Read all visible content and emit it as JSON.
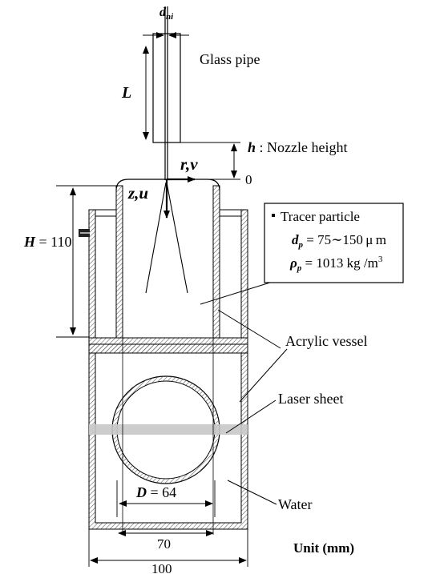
{
  "labels": {
    "nozzle_diameter": {
      "main": "d",
      "sub": "ni"
    },
    "glass_pipe": "Glass pipe",
    "pipe_length": "L",
    "nozzle_height_symbol": "h",
    "nozzle_height_text": " : Nozzle height",
    "radial_axis": "r,v",
    "axial_axis": "z,u",
    "origin": "0",
    "height_symbol": "H",
    "height_value": " = 110",
    "diameter_symbol": "D",
    "diameter_value": " = 64",
    "inner_width": "70",
    "outer_width": "100",
    "unit": "Unit (mm)",
    "acrylic_vessel": "Acrylic vessel",
    "laser_sheet": "Laser sheet",
    "water": "Water"
  },
  "tracer": {
    "title": "Tracer particle",
    "dp_symbol": "d",
    "dp_sub": "p",
    "dp_value": " = 75∼150 μ m",
    "rho_symbol": "ρ",
    "rho_sub": "p",
    "rho_value": " = 1013 kg /m",
    "rho_exp": "3"
  }
}
